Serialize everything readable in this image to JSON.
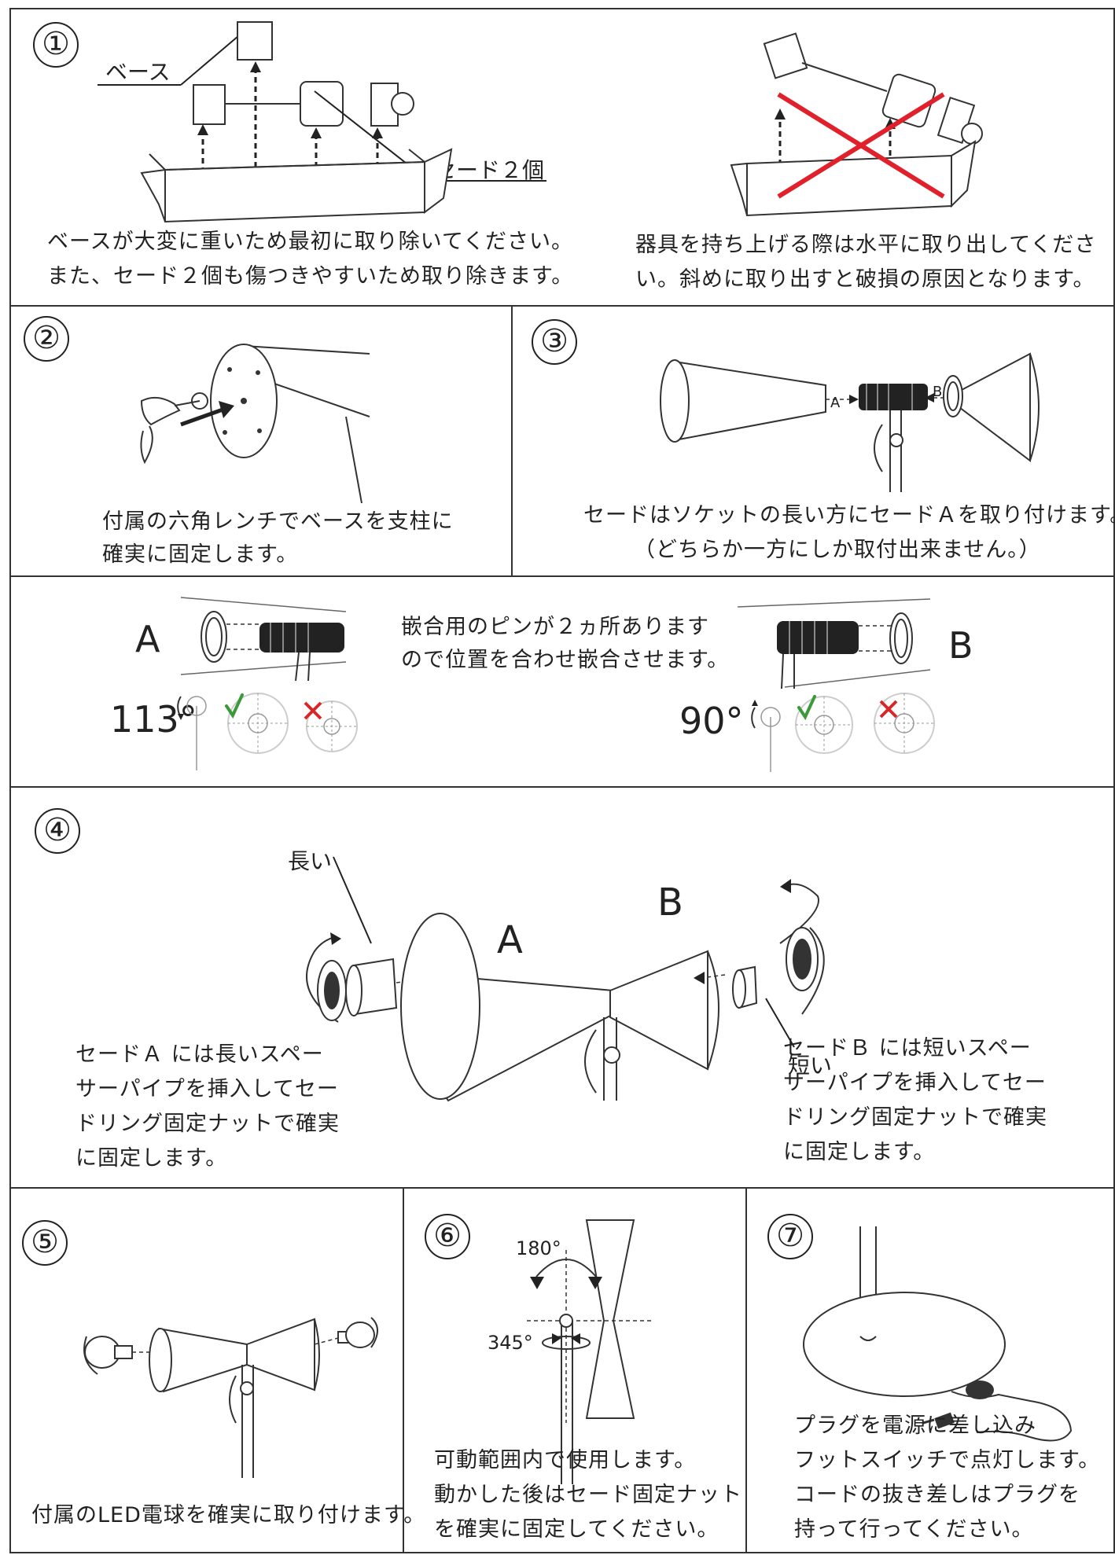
{
  "steps": [
    {
      "number": "①",
      "caption_lines": [
        "ベースが大変に重いため最初に取り除いてください。",
        "また、セード２個も傷つきやすいため取り除きます。"
      ],
      "labels": {
        "base": "ベース",
        "shades": "セード２個"
      },
      "warning_lines": [
        "器具を持ち上げる際は水平に取り出してくださ",
        "い。斜めに取り出すと破損の原因となります。"
      ]
    },
    {
      "number": "②",
      "caption_lines": [
        "付属の六角レンチでベースを支柱に",
        "確実に固定します。"
      ]
    },
    {
      "number": "③",
      "caption_lines": [
        "セードはソケットの長い方にセードＡを取り付けます。",
        "（どちらか一方にしか取付出来ません。）"
      ],
      "labels": {
        "a": "A",
        "b": "B"
      }
    },
    {
      "number": "",
      "pin_note_lines": [
        "嵌合用のピンが２ヵ所あります",
        "ので位置を合わせ嵌合させます。"
      ],
      "left": {
        "letter": "A",
        "angle": "113°"
      },
      "right": {
        "letter": "B",
        "angle": "90°"
      },
      "check_icon": "check-icon",
      "cross_icon": "cross-icon",
      "check_color": "#3a9a3a",
      "cross_color": "#d62828"
    },
    {
      "number": "④",
      "labels": {
        "long": "長い",
        "short": "短い",
        "a": "A",
        "b": "B"
      },
      "left_caption_lines": [
        "セードＡ には長いスペー",
        "サーパイプを挿入してセー",
        "ドリング固定ナットで確実",
        "に固定します。"
      ],
      "right_caption_lines": [
        "セードＢ には短いスペー",
        "サーパイプを挿入してセー",
        "ドリング固定ナットで確実",
        "に固定します。"
      ]
    },
    {
      "number": "⑤",
      "caption_lines": [
        "付属のLED電球を確実に取り付けます。"
      ]
    },
    {
      "number": "⑥",
      "labels": {
        "top_angle": "180°",
        "side_angle": "345°"
      },
      "caption_lines": [
        "可動範囲内で使用します。",
        "動かした後はセード固定ナット",
        "を確実に固定してください。"
      ]
    },
    {
      "number": "⑦",
      "caption_lines": [
        "プラグを電源に差し込み",
        "フットスイッチで点灯します。",
        "コードの抜き差しはプラグを",
        "持って行ってください。"
      ]
    }
  ],
  "colors": {
    "warning_cross": "#e0212b",
    "frame": "#333333"
  }
}
